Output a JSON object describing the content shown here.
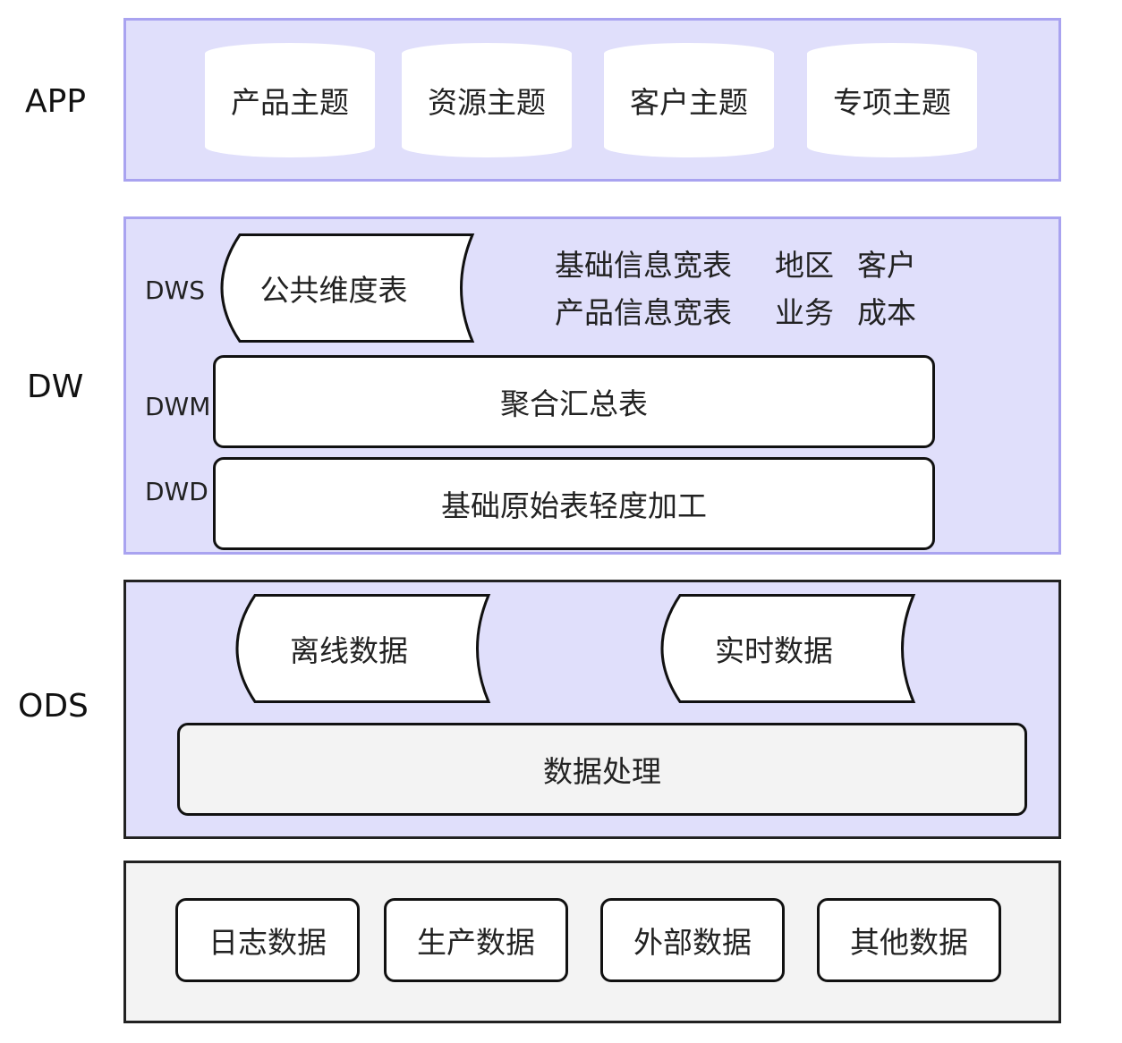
{
  "layers": {
    "app": "APP",
    "dw": "DW",
    "ods": "ODS"
  },
  "dw_sublayers": {
    "dws": "DWS",
    "dwm": "DWM",
    "dwd": "DWD"
  },
  "app_topics": [
    "产品主题",
    "资源主题",
    "客户主题",
    "专项主题"
  ],
  "dws": {
    "dimension_table": "公共维度表",
    "wide_tables": [
      "基础信息宽表",
      "产品信息宽表"
    ],
    "subjects": [
      "地区",
      "客户",
      "业务",
      "成本"
    ]
  },
  "dwm": {
    "aggregate": "聚合汇总表"
  },
  "dwd": {
    "light_processing": "基础原始表轻度加工"
  },
  "ods": {
    "offline": "离线数据",
    "realtime": "实时数据",
    "processing": "数据处理"
  },
  "sources": [
    "日志数据",
    "生产数据",
    "外部数据",
    "其他数据"
  ],
  "colors": {
    "panel_fill": "#e0dffb",
    "panel_border_light": "#a9a3f0",
    "source_panel_fill": "#f3f3f3"
  }
}
